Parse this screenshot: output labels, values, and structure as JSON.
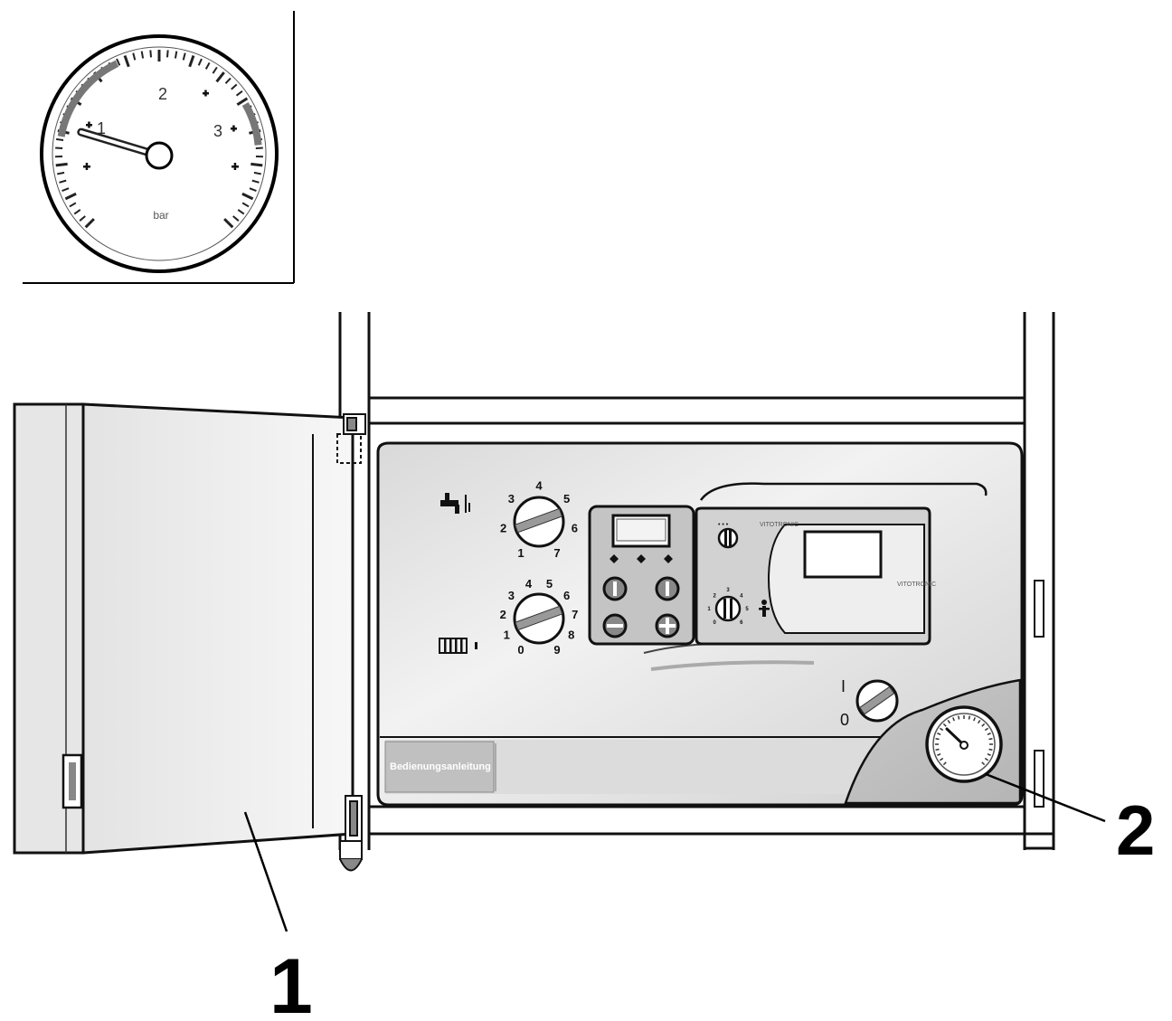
{
  "inset_gauge": {
    "scale_labels": [
      "1",
      "2",
      "3"
    ],
    "unit": "bar",
    "needle_value": 0.8,
    "scale_max": 3.5
  },
  "selector_knob_top": {
    "numbers": [
      "1",
      "2",
      "3",
      "4",
      "5",
      "6",
      "7"
    ],
    "icon": "hot-water-tap-icon"
  },
  "selector_knob_bottom": {
    "numbers": [
      "0",
      "1",
      "2",
      "3",
      "4",
      "5",
      "6",
      "7",
      "8",
      "9"
    ],
    "icon": "radiator-icon"
  },
  "control_module": {
    "brand_text": "VITOTRONIC",
    "small_knob_numbers": [
      "0",
      "1",
      "2",
      "3",
      "4",
      "5",
      "6"
    ]
  },
  "power_switch": {
    "on_label": "I",
    "off_label": "0"
  },
  "manual_tab": {
    "label": "Bedienungsanleitung"
  },
  "callouts": {
    "door": "1",
    "pressure_gauge": "2"
  }
}
